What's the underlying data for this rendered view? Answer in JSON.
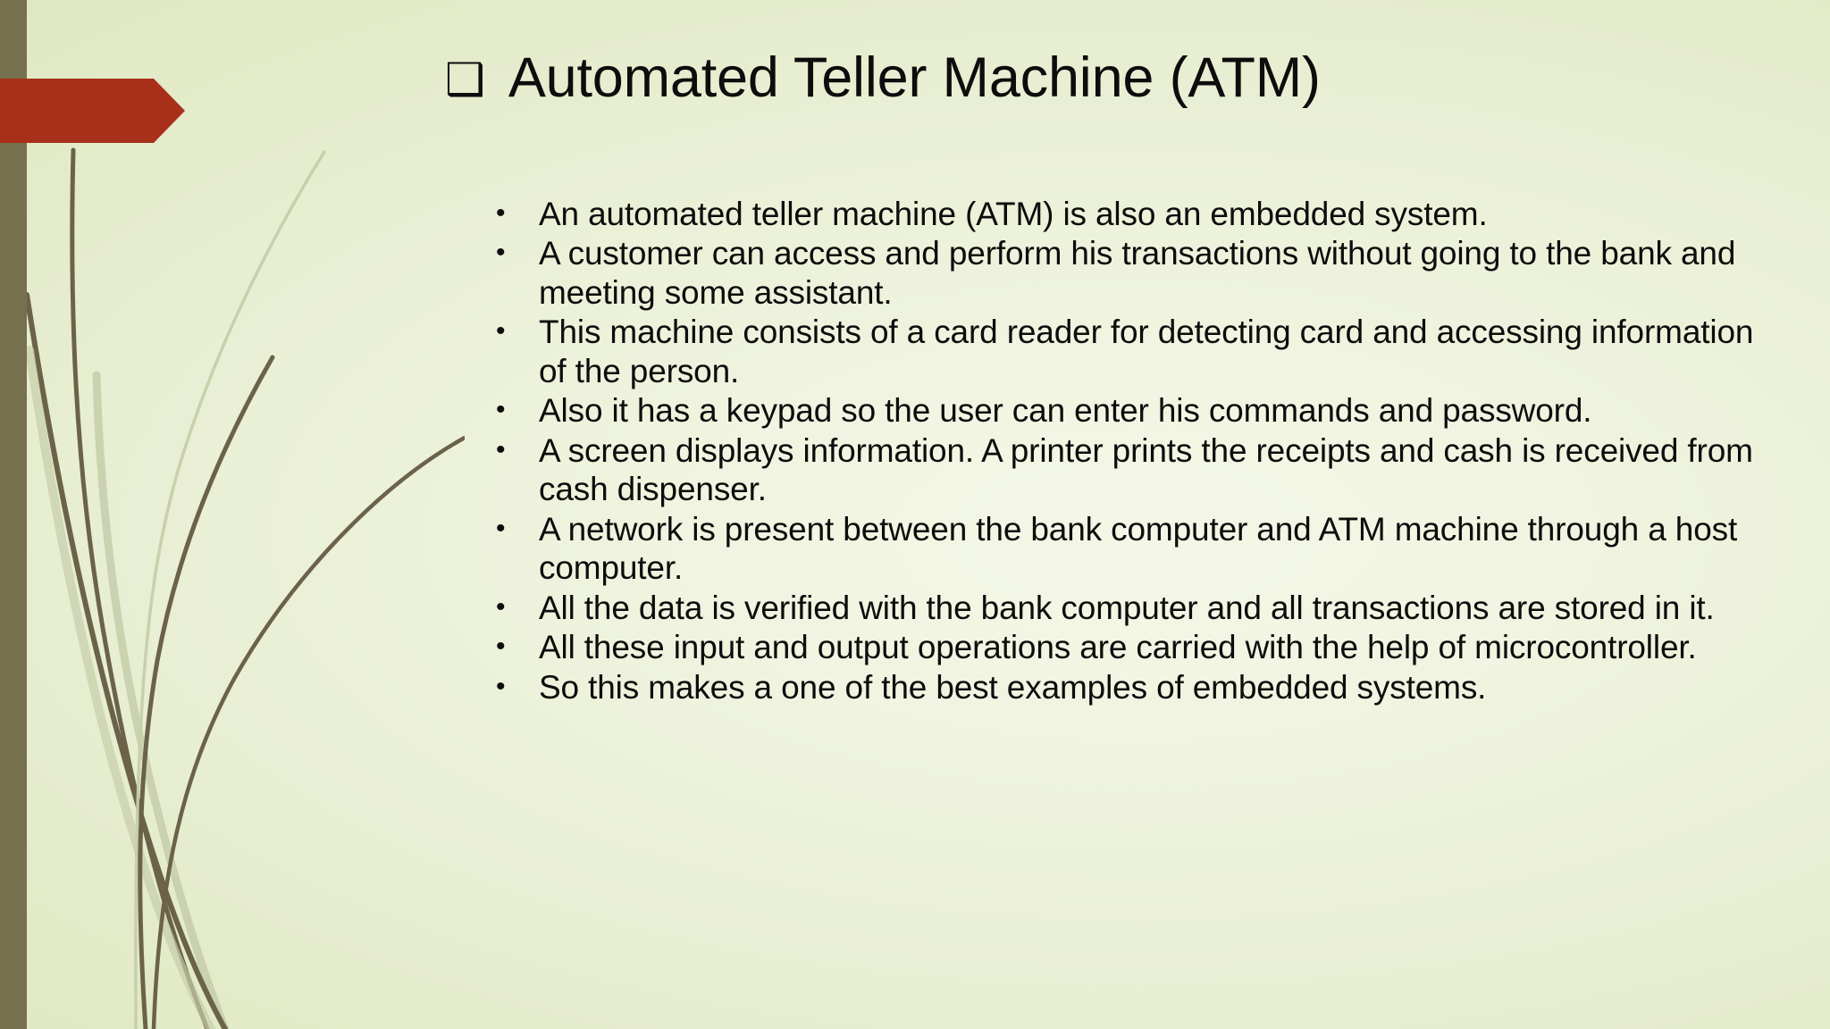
{
  "slide": {
    "theme_name": "grass-apex",
    "colors": {
      "background_light": "#f4f7e6",
      "background_edge": "#d8e2b8",
      "left_bar": "#77704f",
      "banner_red": "#a8301a",
      "text": "#0d0d0d",
      "stem_dark": "#6b6349",
      "stem_light": "#c6cdaa"
    }
  },
  "title": {
    "bullet_glyph": "❑",
    "text": "Automated Teller Machine (ATM)"
  },
  "bullets": {
    "marker": "•",
    "items": [
      "An automated teller machine (ATM) is also an embedded system.",
      "A customer can access and perform his transactions without going to the bank and meeting some assistant.",
      "This machine consists of a card reader for detecting card and accessing information of the person.",
      "Also it has a keypad so the user can enter his commands and password.",
      "A screen displays information. A printer prints the receipts and cash is received from cash dispenser.",
      "A network is present between the bank computer and ATM machine through a host computer.",
      "All the data is verified with the bank computer and all transactions are stored in it.",
      "All these input and output operations are carried with the help of microcontroller.",
      "So this makes a one of the best examples of embedded systems."
    ]
  }
}
